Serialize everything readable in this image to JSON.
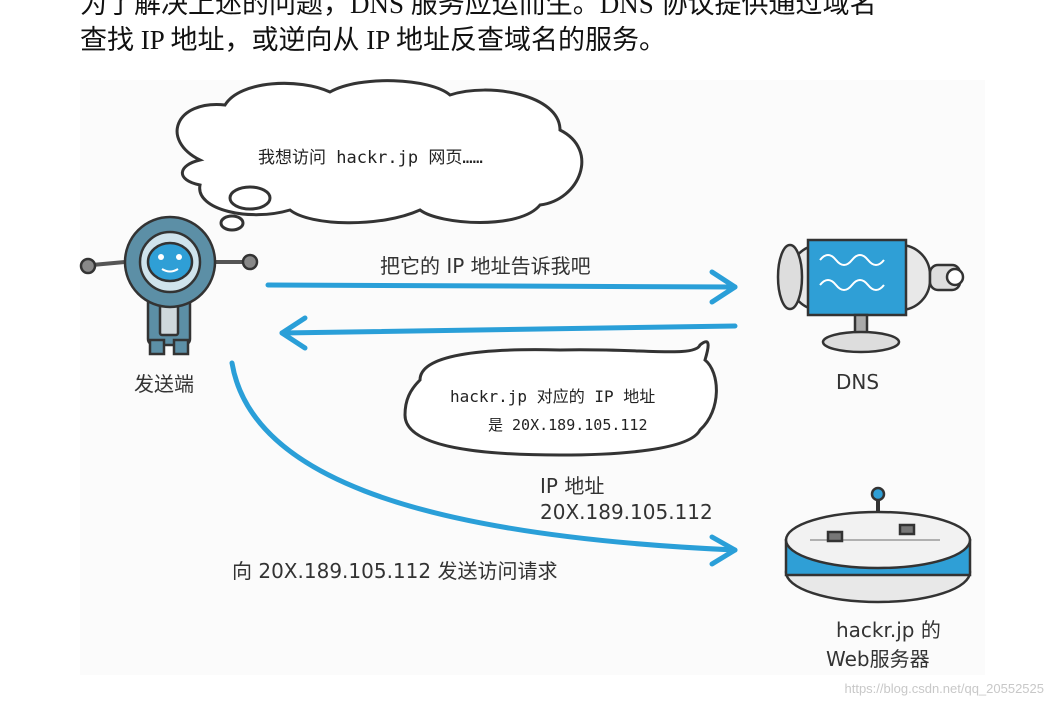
{
  "intro": {
    "line1": "为了解决上述的问题，DNS 服务应运而生。DNS 协议提供通过域名",
    "line2": "查找 IP 地址，或逆向从 IP 地址反查域名的服务。"
  },
  "diagram": {
    "thought_bubble": "我想访问 hackr.jp 网页……",
    "arrow_request_label": "把它的 IP 地址告诉我吧",
    "sender_label": "发送端",
    "dns_label": "DNS",
    "reply_bubble_line1": "hackr.jp 对应的 IP 地址",
    "reply_bubble_line2": "是 20X.189.105.112",
    "ip_caption_line1": "IP 地址",
    "ip_caption_line2": "20X.189.105.112",
    "access_request_label": "向 20X.189.105.112 发送访问请求",
    "server_label_line1": "hackr.jp 的",
    "server_label_line2": "Web服务器"
  },
  "watermark": "https://blog.csdn.net/qq_20552525",
  "colors": {
    "arrow": "#2a9fd8",
    "robot_body": "#5c8fa6",
    "robot_face": "#2f9fd6",
    "outline": "#333333"
  }
}
